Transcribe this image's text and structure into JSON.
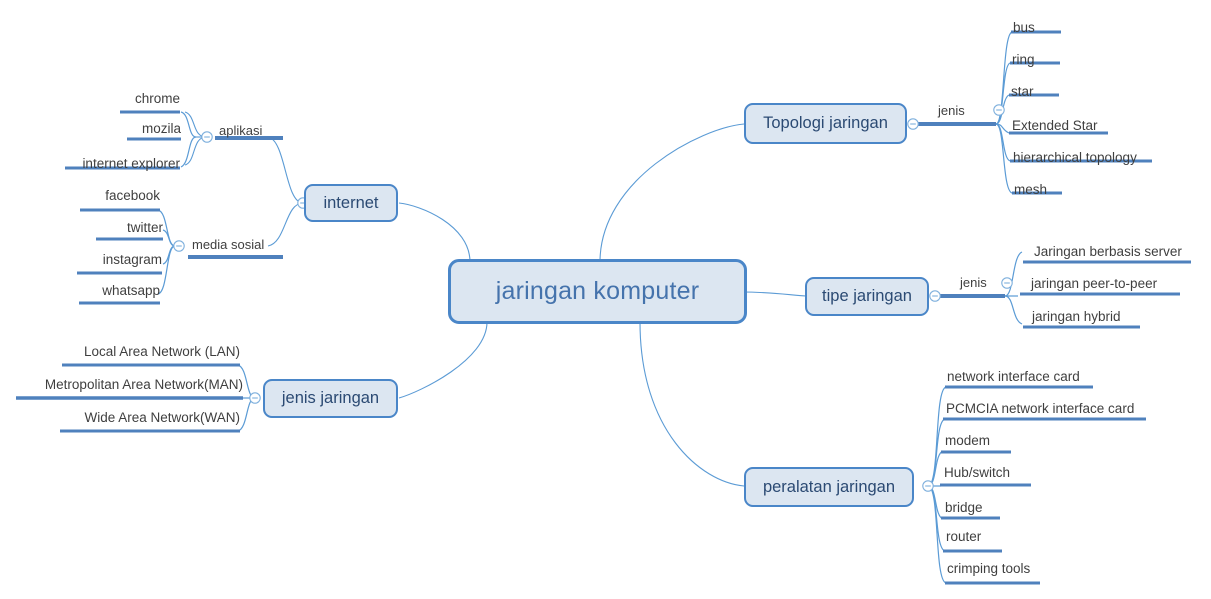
{
  "diagram": {
    "type": "mind-map",
    "title": "jaringan komputer",
    "colors": {
      "node_fill": "#dce6f1",
      "node_border": "#4a86c8",
      "node_text": "#2b4a73",
      "central_text": "#4573ac",
      "leaf_text": "#3f3f3f",
      "connector": "#5b9bd5",
      "bar": "#4f81bd",
      "background": "#ffffff"
    },
    "central": {
      "label": "jaringan komputer"
    },
    "toggle_icon": "collapse-minus-circle-icon",
    "branches": [
      {
        "id": "internet",
        "label": "internet",
        "side": "left",
        "groups": [
          {
            "label": "aplikasi",
            "items": [
              "chrome",
              "mozila",
              "internet explorer"
            ]
          },
          {
            "label": "media sosial",
            "items": [
              "facebook",
              "twitter",
              "instagram",
              "whatsapp"
            ]
          }
        ]
      },
      {
        "id": "jenis-jaringan",
        "label": "jenis jaringan",
        "side": "left",
        "groups": [
          {
            "label": "",
            "items": [
              "Local Area Network (LAN)",
              "Metropolitan Area Network(MAN)",
              "Wide Area Network(WAN)"
            ]
          }
        ]
      },
      {
        "id": "topologi-jaringan",
        "label": "Topologi jaringan",
        "side": "right",
        "groups": [
          {
            "label": "jenis",
            "items": [
              "bus",
              "ring",
              "star",
              "Extended Star",
              "hierarchical topology",
              "mesh"
            ]
          }
        ]
      },
      {
        "id": "tipe-jaringan",
        "label": "tipe jaringan",
        "side": "right",
        "groups": [
          {
            "label": "jenis",
            "items": [
              "Jaringan berbasis server",
              "jaringan peer-to-peer",
              "jaringan hybrid"
            ]
          }
        ]
      },
      {
        "id": "peralatan-jaringan",
        "label": "peralatan jaringan",
        "side": "right",
        "groups": [
          {
            "label": "",
            "items": [
              "network interface card",
              "PCMCIA network interface card",
              "modem",
              "Hub/switch",
              "bridge",
              "router",
              "crimping tools"
            ]
          }
        ]
      }
    ]
  }
}
